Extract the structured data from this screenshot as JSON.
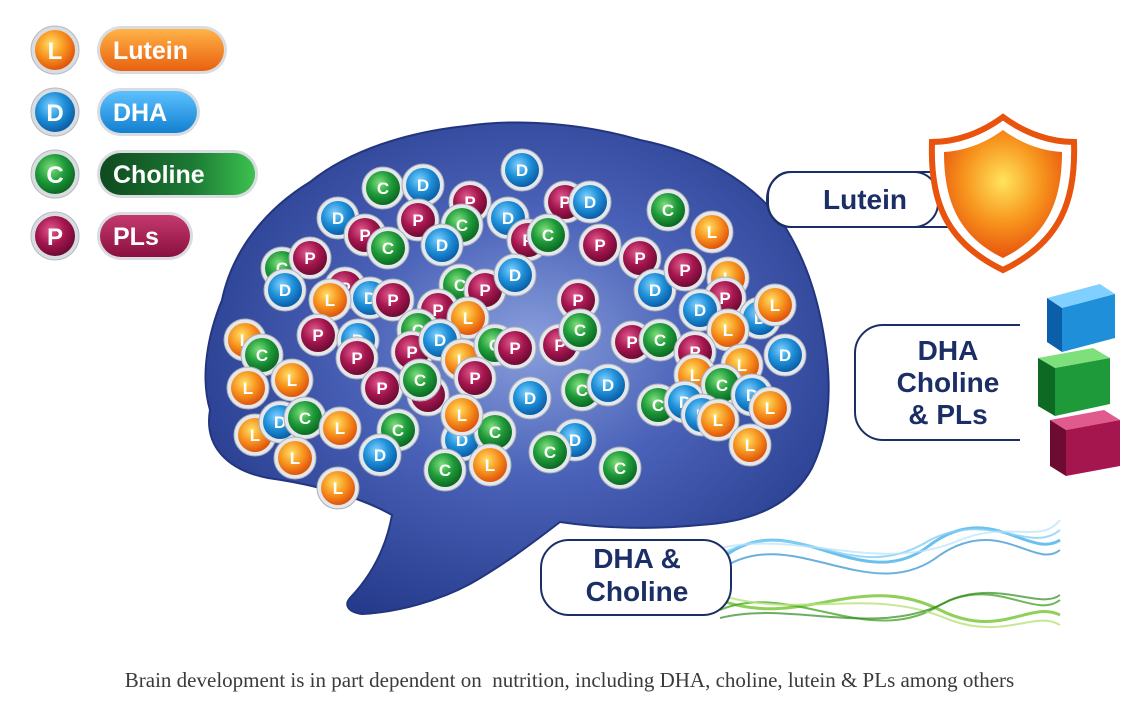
{
  "legend": [
    {
      "letter": "L",
      "label": "Lutein",
      "type": "lutein"
    },
    {
      "letter": "D",
      "label": "DHA",
      "type": "dha"
    },
    {
      "letter": "C",
      "label": "Choline",
      "type": "choline"
    },
    {
      "letter": "P",
      "label": "PLs",
      "type": "pls"
    }
  ],
  "colors": {
    "lutein": "#f07a12",
    "dha": "#1e8fd8",
    "choline": "#1f9a3a",
    "pls": "#a5164f",
    "brain": "#2b3f93",
    "label_text": "#1c2e66"
  },
  "callouts": {
    "lutein": {
      "lines": [
        "Lutein"
      ],
      "icon": "shield-icon"
    },
    "structure": {
      "lines": [
        "DHA",
        "Choline",
        "& PLs"
      ],
      "icon": "building-blocks-icon"
    },
    "signaling": {
      "lines": [
        "DHA &",
        "Choline"
      ],
      "icon": "wave-ribbons-icon"
    }
  },
  "caption": "Brain development is in part dependent on  nutrition, including DHA, choline, lutein & PLs among others"
}
